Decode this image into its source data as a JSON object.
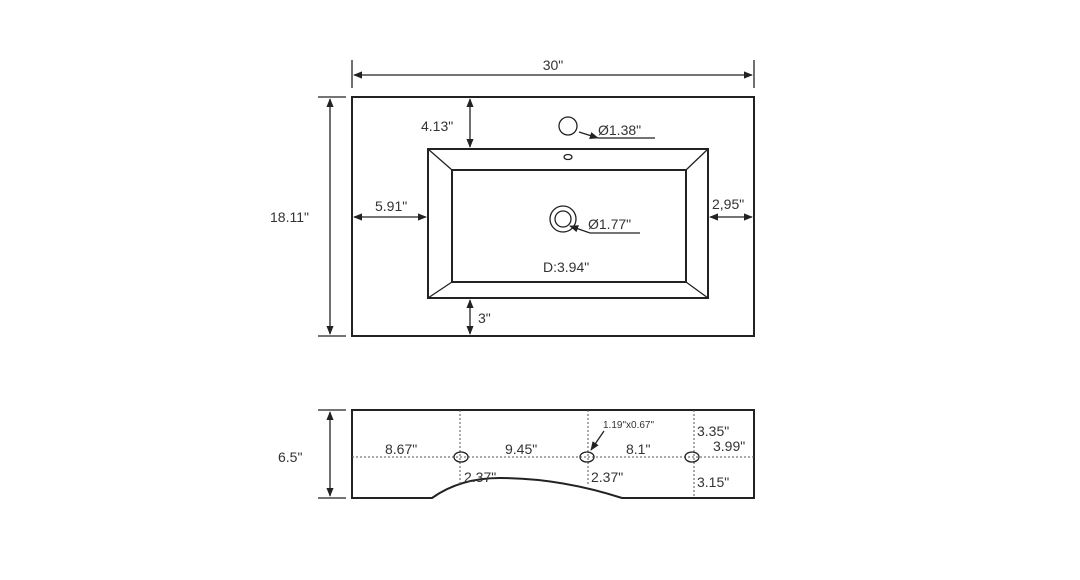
{
  "top_view": {
    "width": "30\"",
    "depth": "18.11\"",
    "back_margin": "4.13\"",
    "faucet_hole": "Ø1.38\"",
    "left_margin": "5.91\"",
    "right_margin": "2,95\"",
    "drain": "Ø1.77\"",
    "basin_depth": "D:3.94\"",
    "front_margin": "3\""
  },
  "front_view": {
    "height": "6.5\"",
    "seg1": "8.67\"",
    "seg2": "9.45\"",
    "seg3": "8.1\"",
    "seg4": "3.99\"",
    "hole_size": "1.19\"x0.67\"",
    "hole_offset_1": "2.37\"",
    "hole_offset_2": "2.37\"",
    "upper_height": "3.35\"",
    "lower_height": "3.15\""
  }
}
